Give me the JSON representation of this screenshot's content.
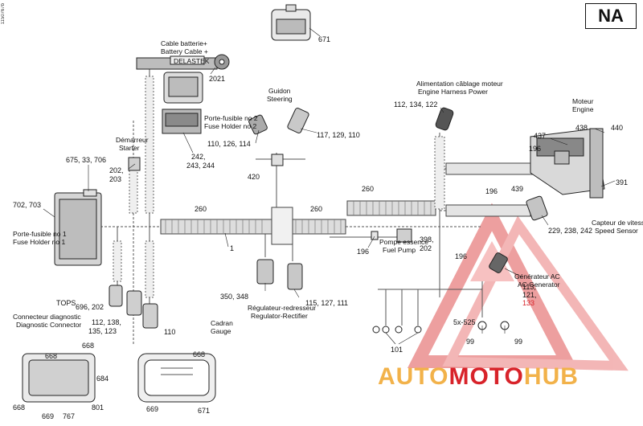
{
  "region_code": "NA",
  "side_code": "1150767b",
  "labels": {
    "battery_cable_fr": "Cable batterie+",
    "battery_cable_en": "Battery Cable +",
    "guidon_fr": "Guidon",
    "guidon_en": "Steering",
    "fuse2_fr": "Porte-fusible no 2",
    "fuse2_en": "Fuse Holder no 2",
    "starter_fr": "Démarreur",
    "starter_en": "Starter",
    "fuse1_fr": "Porte-fusible no 1",
    "fuse1_en": "Fuse Holder no 1",
    "harness_fr": "Alimentation câblage moteur",
    "harness_en": "Engine Harness Power",
    "engine_fr": "Moteur",
    "engine_en": "Engine",
    "speed_fr": "Capteur de vitesse",
    "speed_en": "Speed Sensor",
    "fuel_fr": "Pompe essence",
    "fuel_en": "Fuel Pump",
    "ac_fr": "Générateur AC",
    "ac_en": "AC Generator",
    "tops": "TOPS",
    "diag_fr": "Connecteur diagnostic",
    "diag_en": "Diagnostic Connector",
    "reg_fr": "Régulateur-redresseur",
    "reg_en": "Regulator-Rectifier",
    "gauge_fr": "Cadran",
    "gauge_en": "Gauge",
    "delastek": "DELASTEK"
  },
  "callouts": {
    "c671_top": "671",
    "c2021": "2021",
    "c242": "242,",
    "c243": "243, 244",
    "c110_126": "110, 126, 114",
    "c117": "117, 129, 110",
    "c420": "420",
    "c675": "675, 33, 706",
    "c202_203a": "202,",
    "c202_203b": "203",
    "c702": "702, 703",
    "c260a": "260",
    "c260b": "260",
    "c260c": "260",
    "c1": "1",
    "c112_134": "112, 134, 122",
    "c437": "437",
    "c438": "438",
    "c440": "440",
    "c196a": "196",
    "c196b": "196",
    "c196c": "196",
    "c196d": "196",
    "c439": "439",
    "c391": "391",
    "c229": "229, 238, 242",
    "c398a": "398,",
    "c398b": "202",
    "c350": "350, 348",
    "c115": "115, 127, 111",
    "c113a": "113,",
    "c113b": "121,",
    "c113c": "133",
    "c696": "696, 202",
    "c112_138a": "112, 138,",
    "c112_138b": "135, 123",
    "c110": "110",
    "c5x": "5x-525",
    "c99a": "99",
    "c99b": "99",
    "c101": "101",
    "c668a": "668",
    "c668b": "668",
    "c668c": "668",
    "c668d": "668",
    "c684": "684",
    "c669a": "669",
    "c767": "767",
    "c801": "801",
    "c669b": "669",
    "c671_bot": "671"
  },
  "watermark": {
    "auto": "AUTO",
    "moto": "MOTO",
    "hub": "HUB"
  },
  "colors": {
    "watermark_red": "#d8232a",
    "watermark_orange": "#f2b24a",
    "line": "#111111"
  }
}
